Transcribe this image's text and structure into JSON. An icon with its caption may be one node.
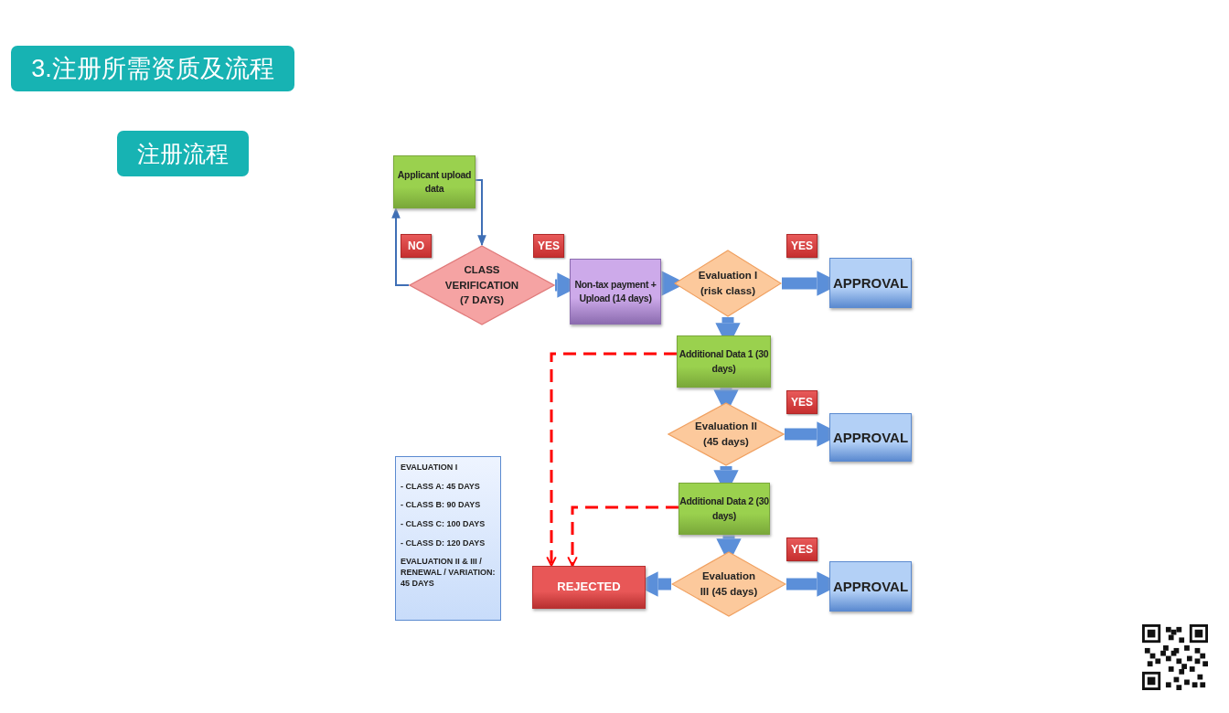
{
  "diagram": {
    "title": "3.注册所需资质及流程",
    "nodes": [
      {
        "text": [
          "注册流程"
        ]
      },
      {
        "text": [
          "Applicant upload data"
        ]
      },
      {
        "text": [
          "CLASS VERIFICATION (7 DAYS)"
        ]
      },
      {
        "text": [
          "Non-tax payment + Upload (14 days)"
        ]
      },
      {
        "text": [
          "Evaluation I (risk class)"
        ]
      },
      {
        "text": [
          "APPROVAL"
        ]
      },
      {
        "text": [
          "Additional Data 1 (30 days)"
        ]
      },
      {
        "text": [
          "Evaluation II (45 days)"
        ]
      },
      {
        "text": [
          "APPROVAL"
        ]
      },
      {
        "text": [
          "Additional Data 2 (30 days)"
        ]
      },
      {
        "text": [
          "Evaluation III (45 days)"
        ]
      },
      {
        "text": [
          "APPROVAL"
        ]
      },
      {
        "text": [
          "REJECTED"
        ]
      },
      {
        "text": [
          "EVALUATION I",
          "- CLASS A: 45 DAYS",
          "- CLASS B: 90 DAYS",
          "- CLASS C: 100 DAYS",
          "- CLASS D: 120 DAYS",
          "EVALUATION II & III / RENEWAL / VARIATION: 45 DAYS"
        ]
      }
    ],
    "edges": [
      {
        "from": 1,
        "to": 2,
        "arrow": "to",
        "color": "#3f6fb5"
      },
      {
        "from": 2,
        "to": 1,
        "arrow": "to",
        "label": "NO",
        "color": "#3f6fb5"
      },
      {
        "from": 2,
        "to": 3,
        "arrow": "to",
        "label": "YES"
      },
      {
        "from": 3,
        "to": 4,
        "arrow": "to"
      },
      {
        "from": 4,
        "to": 5,
        "arrow": "to",
        "label": "YES"
      },
      {
        "from": 4,
        "to": 6,
        "arrow": "to"
      },
      {
        "from": 6,
        "to": 7,
        "arrow": "to"
      },
      {
        "from": 7,
        "to": 8,
        "arrow": "to",
        "label": "YES"
      },
      {
        "from": 7,
        "to": 9,
        "arrow": "to"
      },
      {
        "from": 9,
        "to": 10,
        "arrow": "to"
      },
      {
        "from": 10,
        "to": 11,
        "arrow": "to",
        "label": "YES"
      },
      {
        "from": 10,
        "to": 12,
        "arrow": "to"
      },
      {
        "from": 6,
        "to": 12,
        "arrow": "to",
        "style": "dashed",
        "color": "#ff0000"
      },
      {
        "from": 9,
        "to": 12,
        "arrow": "to",
        "style": "dashed",
        "color": "#ff0000"
      }
    ]
  }
}
